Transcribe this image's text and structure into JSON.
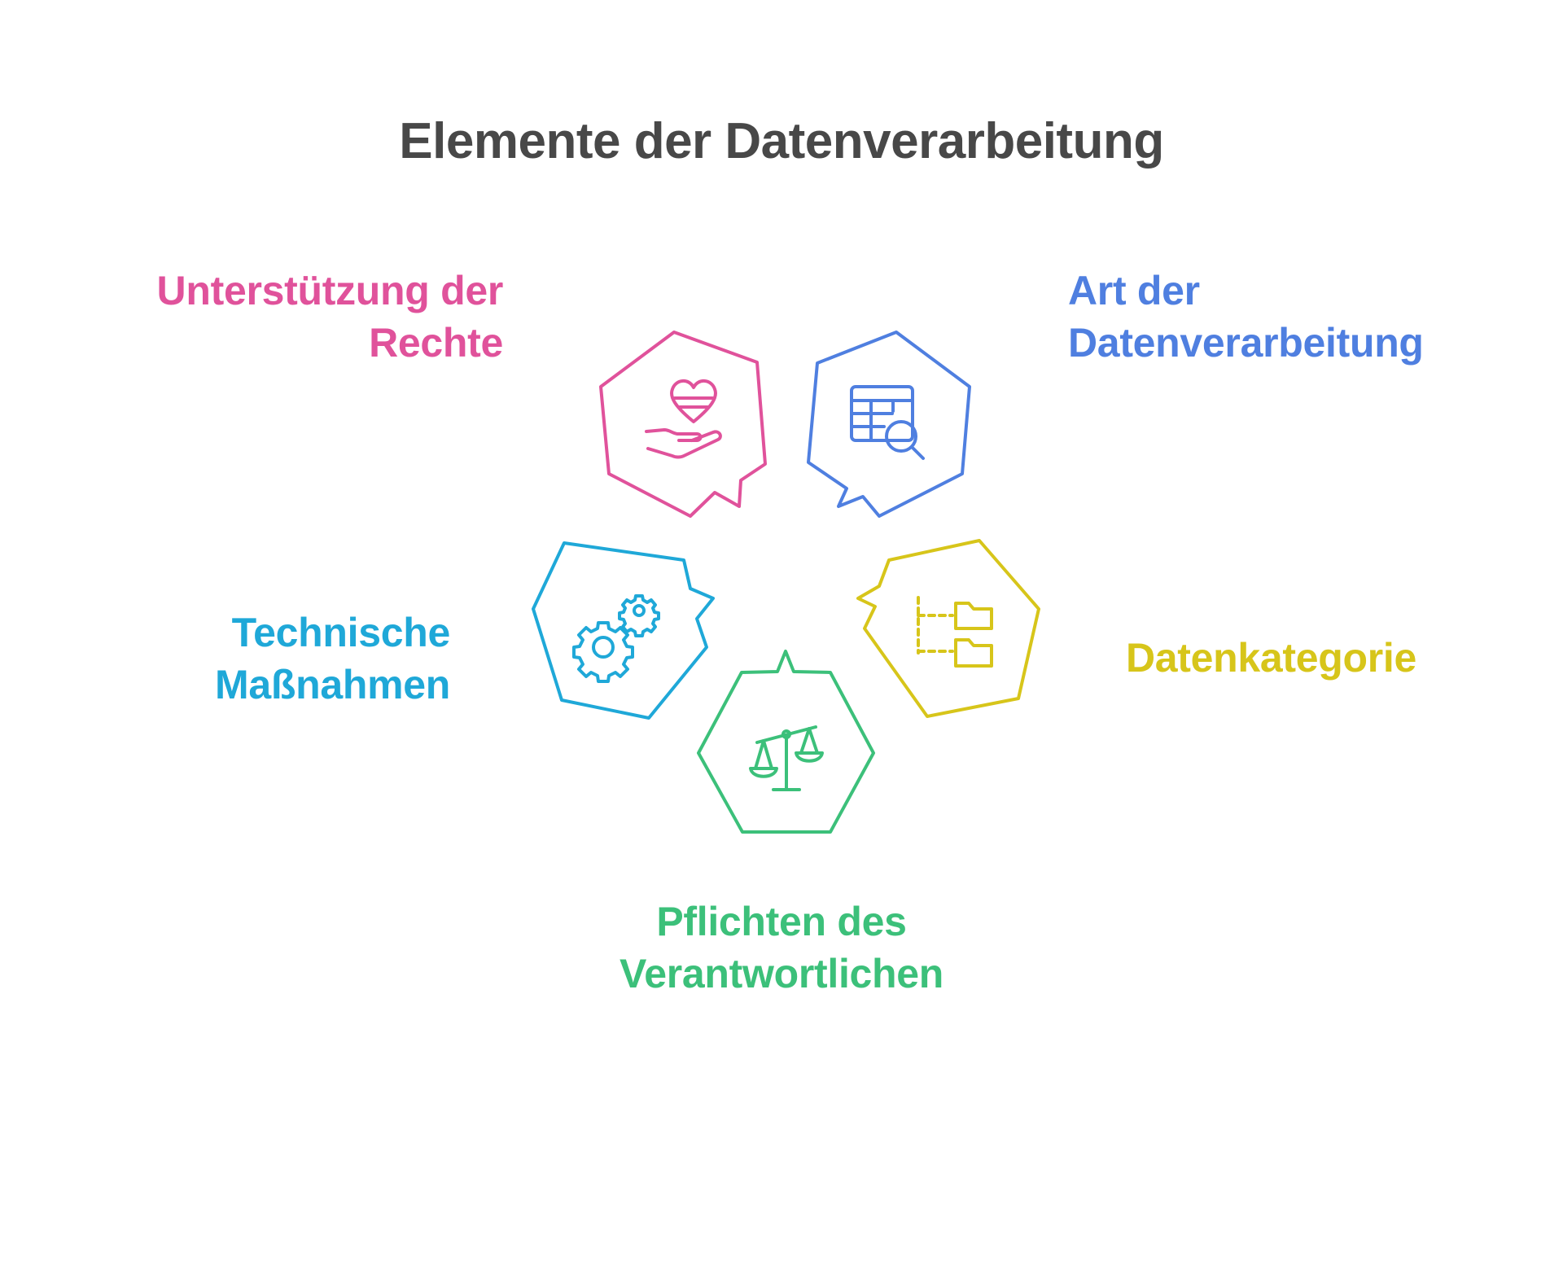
{
  "title": "Elemente der Datenverarbeitung",
  "elements": [
    {
      "key": "rights",
      "lines": [
        "Unterstützung der",
        "Rechte"
      ],
      "color": "#e0529b",
      "icon": "heart-hand-icon"
    },
    {
      "key": "processing",
      "lines": [
        "Art der",
        "Datenverarbeitung"
      ],
      "color": "#4f7fe0",
      "icon": "table-search-icon"
    },
    {
      "key": "technical",
      "lines": [
        "Technische",
        "Maßnahmen"
      ],
      "color": "#1fa8d8",
      "icon": "gears-icon"
    },
    {
      "key": "category",
      "lines": [
        "Datenkategorie"
      ],
      "color": "#d7c51a",
      "icon": "folder-tree-icon"
    },
    {
      "key": "duties",
      "lines": [
        "Pflichten des",
        "Verantwortlichen"
      ],
      "color": "#3cc07a",
      "icon": "scales-icon"
    }
  ]
}
